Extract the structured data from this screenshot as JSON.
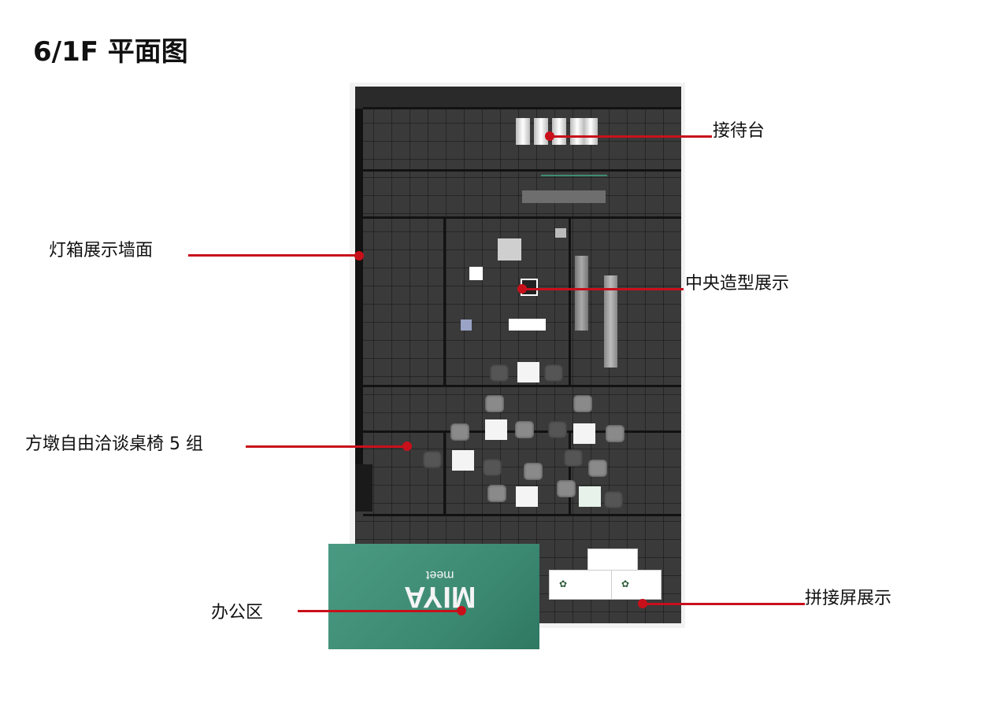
{
  "title": "6/1F 平面图",
  "office_logo": {
    "big": "MIYA",
    "small": "meet"
  },
  "callouts": {
    "reception": "接待台",
    "lightbox_wall": "灯箱展示墙面",
    "central_display": "中央造型展示",
    "seating": "方墩自由洽谈桌椅 5 组",
    "office": "办公区",
    "splice_screen": "拼接屏展示"
  },
  "colors": {
    "callout_line": "#c8101b",
    "floor": "#3a3a3a",
    "office_green": "#3d8a72"
  }
}
